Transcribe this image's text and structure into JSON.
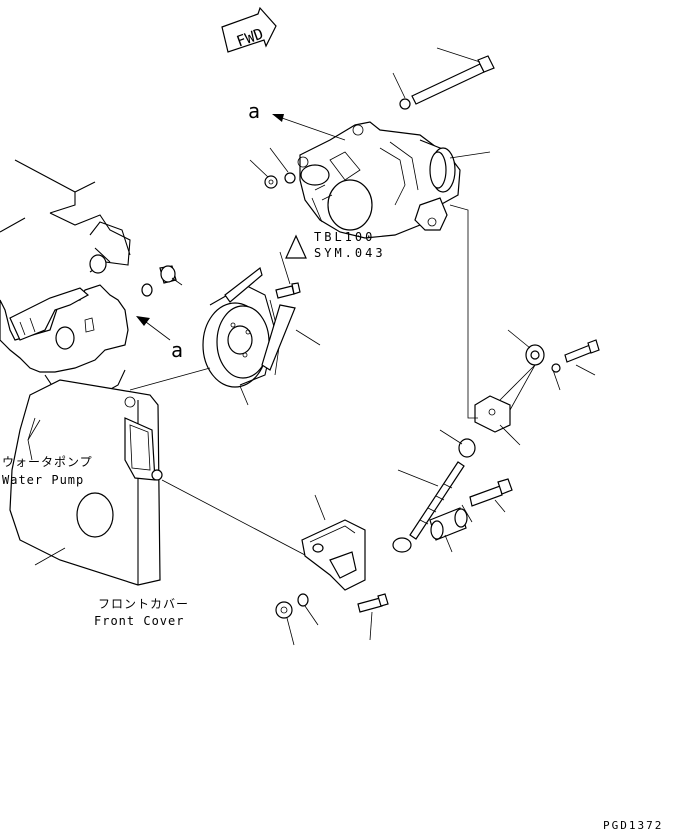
{
  "labels": {
    "fwd": "FWD",
    "ref_a_top": "a",
    "ref_a_left": "a",
    "water_pump_jp": "ウォータポンプ",
    "water_pump_en": "Water Pump",
    "front_cover_jp": "フロントカバー",
    "front_cover_en": "Front Cover",
    "note_tbl": "TBL100",
    "note_sym": "SYM.043",
    "drawing_code": "PGD1372"
  }
}
